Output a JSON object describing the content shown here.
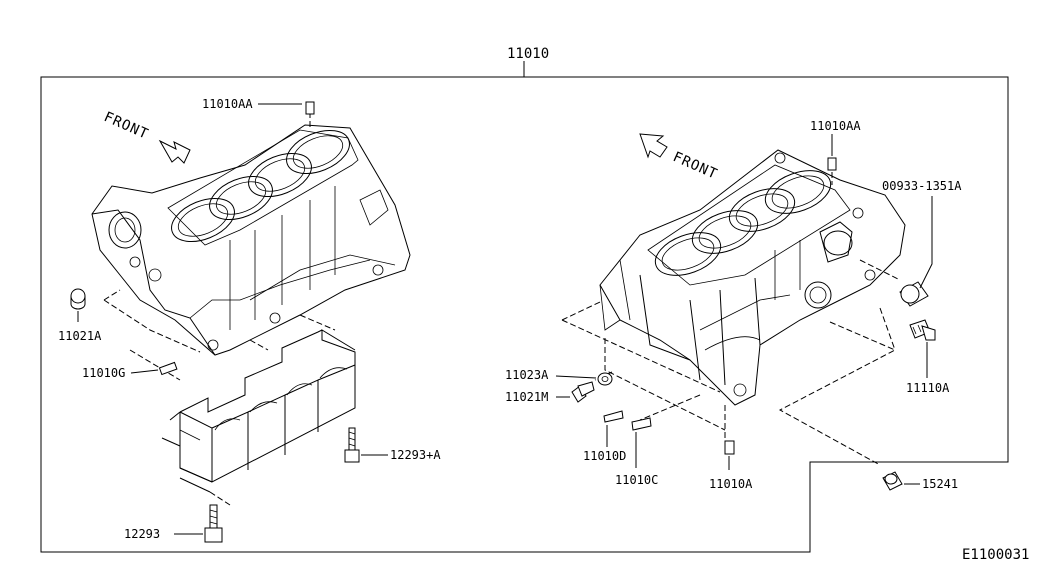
{
  "diagram": {
    "title_part": "11010",
    "footer_code": "E1100031",
    "front_label_left": "FRONT",
    "front_label_right": "FRONT"
  },
  "parts": {
    "p_11010AA_left": "11010AA",
    "p_11010AA_right": "11010AA",
    "p_00933_1351A": "00933-1351A",
    "p_11021A": "11021A",
    "p_11010G": "11010G",
    "p_12293_A": "12293+A",
    "p_12293": "12293",
    "p_11023A": "11023A",
    "p_11021M": "11021M",
    "p_11010D": "11010D",
    "p_11010C": "11010C",
    "p_11010A": "11010A",
    "p_11110A": "11110A",
    "p_15241": "15241"
  }
}
